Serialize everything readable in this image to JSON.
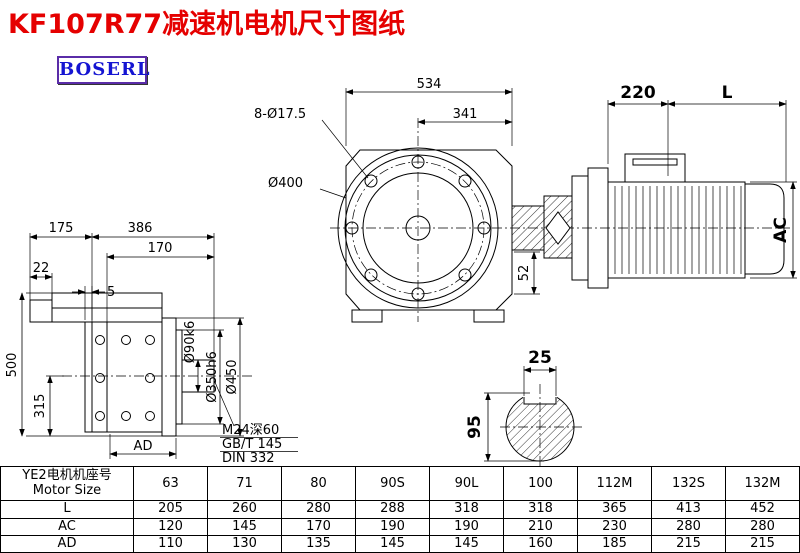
{
  "page": {
    "title": "KF107R77减速机电机尺寸图纸"
  },
  "logo": {
    "text": "BOSERL"
  },
  "colors": {
    "title_red": "#e50000",
    "logo_blue": "#1414d2",
    "logo_border": "#5a2ca8",
    "line_black": "#000000"
  },
  "drawing": {
    "front": {
      "dim_534": "534",
      "dim_341": "341",
      "bolt_note": "8-Ø17.5",
      "flange_label": "Ø400"
    },
    "motor": {
      "dim_220": "220",
      "dim_L": "L",
      "dim_AC": "AC",
      "dim_52": "52"
    },
    "side": {
      "dim_175": "175",
      "dim_386": "386",
      "dim_170": "170",
      "dim_22": "22",
      "dim_5": "5",
      "dim_500": "500",
      "dim_315": "315",
      "shaft_label": "Ø90k6",
      "spigot_label": "Ø350h6",
      "flange_label": "Ø450",
      "dim_AD": "AD",
      "note_tap": "M24深60",
      "note_gb": "GB/T 145",
      "note_din": "DIN 332"
    },
    "section": {
      "dim_25": "25",
      "dim_95": "95"
    }
  },
  "table": {
    "header_cn": "YE2电机机座号",
    "header_en": "Motor Size",
    "sizes": [
      "63",
      "71",
      "80",
      "90S",
      "90L",
      "100",
      "112M",
      "132S",
      "132M"
    ],
    "rows": [
      {
        "label": "L",
        "values": [
          "205",
          "260",
          "280",
          "288",
          "318",
          "318",
          "365",
          "413",
          "452"
        ]
      },
      {
        "label": "AC",
        "values": [
          "120",
          "145",
          "170",
          "190",
          "190",
          "210",
          "230",
          "280",
          "280"
        ]
      },
      {
        "label": "AD",
        "values": [
          "110",
          "130",
          "135",
          "145",
          "145",
          "160",
          "185",
          "215",
          "215"
        ]
      }
    ]
  }
}
